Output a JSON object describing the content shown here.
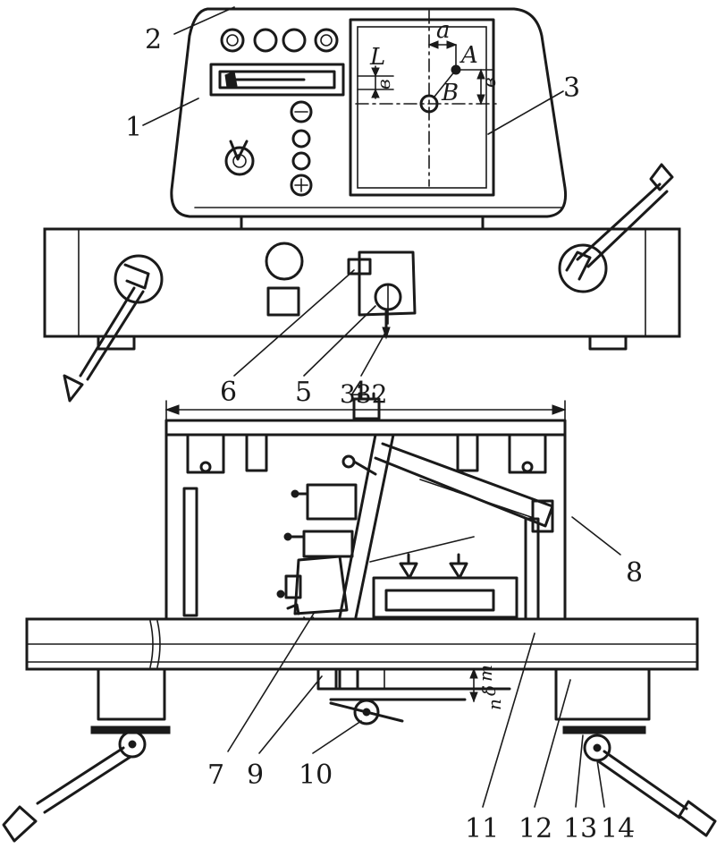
{
  "callouts": [
    "1",
    "2",
    "3",
    "4",
    "5",
    "6",
    "7",
    "8",
    "9",
    "10",
    "11",
    "12",
    "13",
    "14"
  ],
  "dimension_labels": {
    "width": "332",
    "L": "L",
    "a": "a",
    "A": "A",
    "B": "B",
    "v1": "в",
    "v2": "в",
    "m": "m",
    "delta": "δ",
    "n": "n"
  }
}
